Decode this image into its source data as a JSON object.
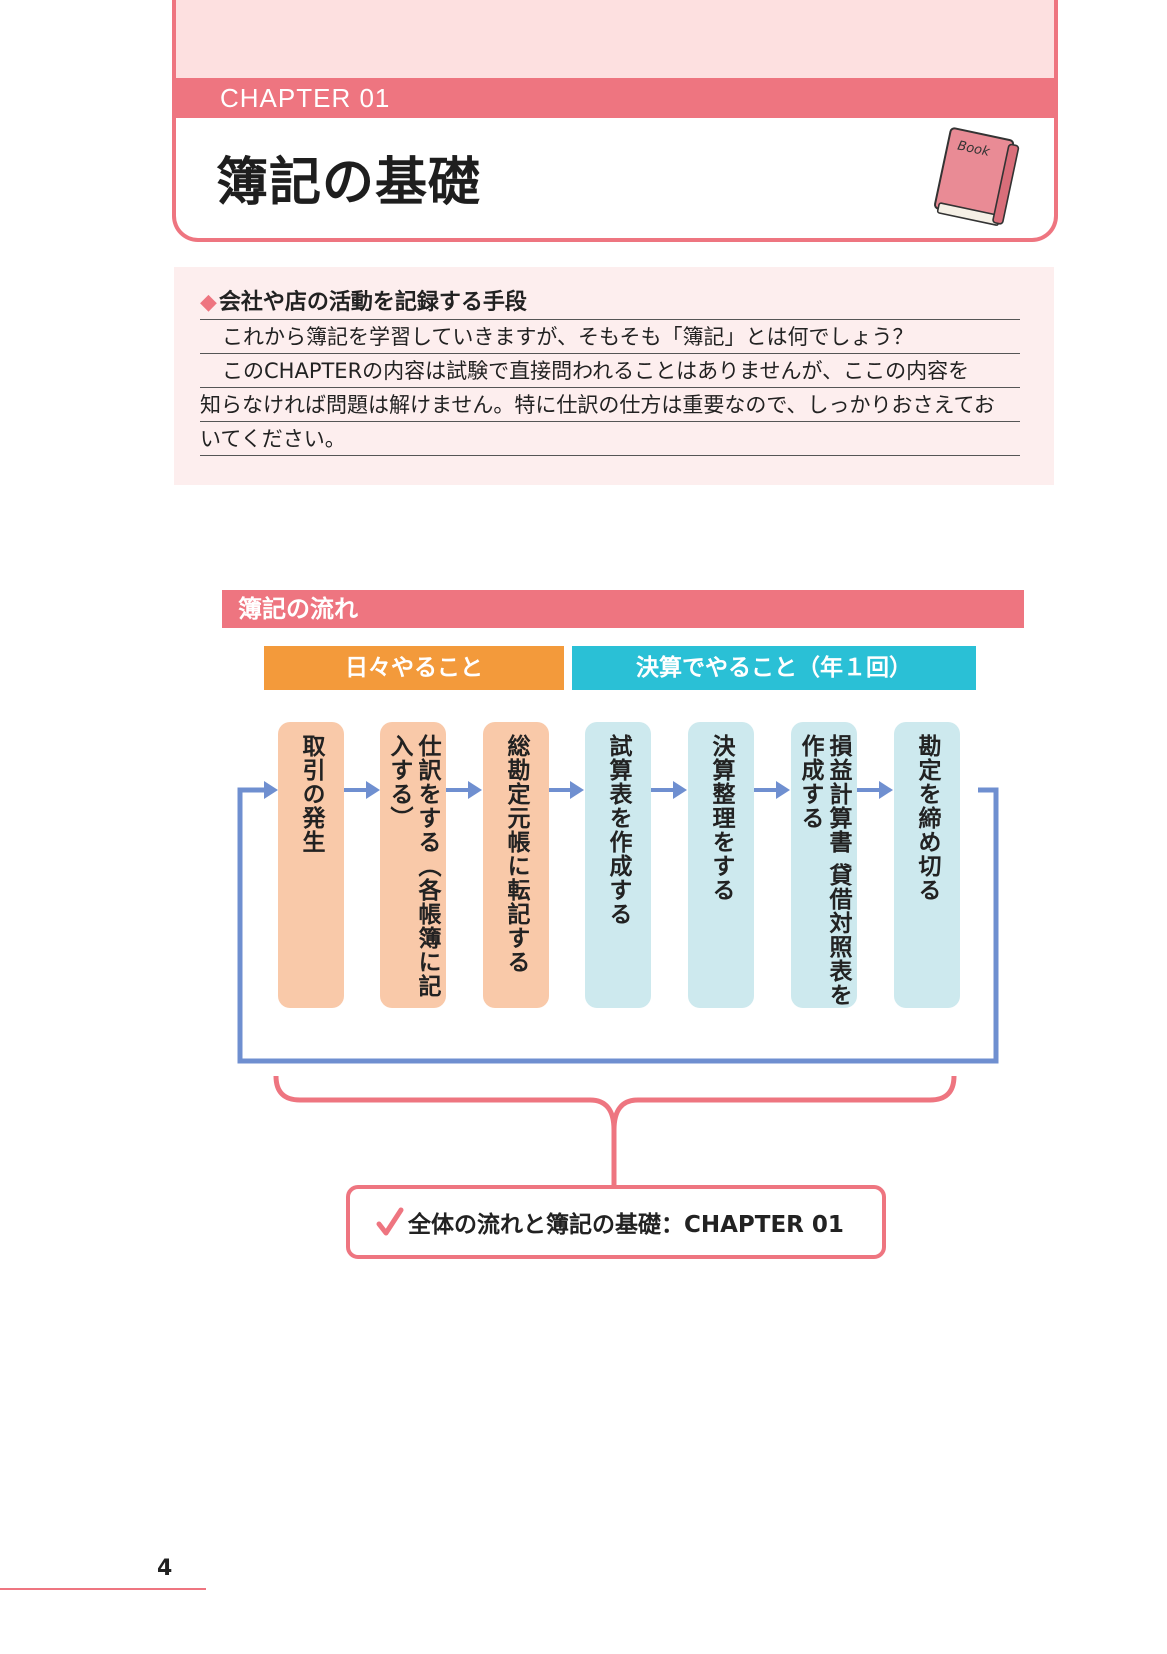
{
  "chapter": {
    "label": "CHAPTER 01",
    "title": "簿記の基礎"
  },
  "intro": {
    "heading": "会社や店の活動を記録する手段",
    "lines": [
      "これから簿記を学習していきますが、そもそも「簿記」とは何でしょう？",
      "このCHAPTERの内容は試験で直接問われることはありませんが、ここの内容を",
      "知らなければ問題は解けません。特に仕訳の仕方は重要なので、しっかりおさえてお",
      "いてください。"
    ]
  },
  "flow": {
    "title": "簿記の流れ",
    "phases": {
      "daily": "日々やること",
      "closing": "決算でやること（年１回）"
    },
    "steps": [
      "取引の発生",
      "仕訳をする（各帳簿に記入する）",
      "総勘定元帳に転記する",
      "試算表を作成する",
      "決算整理をする",
      "損益計算書 貸借対照表を作成する",
      "勘定を締め切る"
    ]
  },
  "summary": {
    "text": "全体の流れと簿記の基礎：CHAPTER 01"
  },
  "footer": {
    "page_number": "4"
  },
  "colors": {
    "accent_pink": "#ee7580",
    "light_pink": "#fde0e0",
    "orange": "#f39a3b",
    "cyan": "#2ac0d6",
    "peach_card": "#f9c9a9",
    "light_blue_card": "#cde9ee",
    "flow_arrow_blue": "#6f8fd0"
  },
  "icons": [
    "book-icon",
    "check-icon",
    "diamond-bullet-icon",
    "arrow-right-icon"
  ]
}
